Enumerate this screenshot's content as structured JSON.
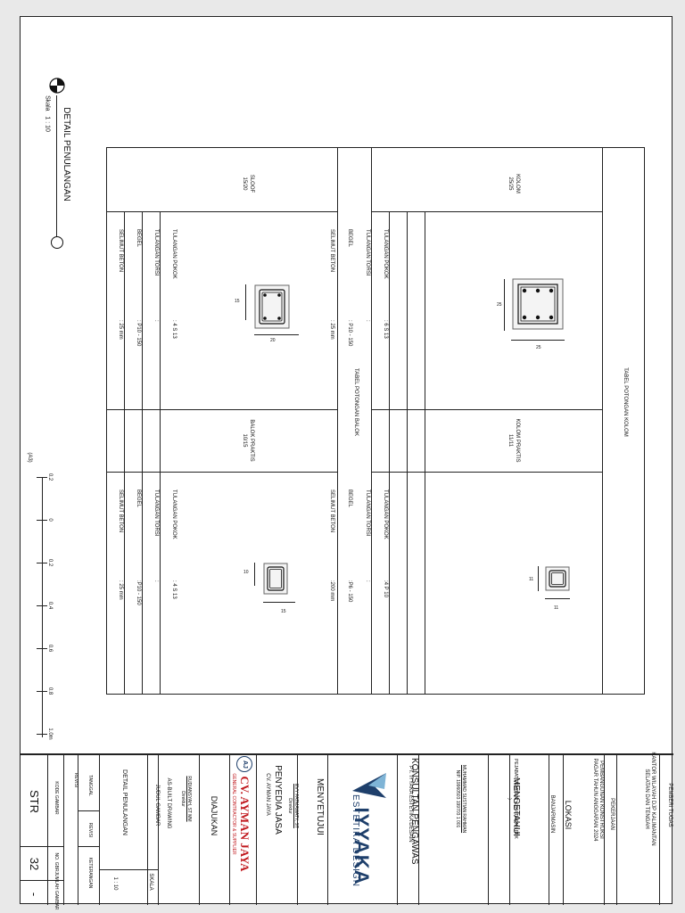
{
  "detail": {
    "title": "DETAIL PENULANGAN",
    "scale_label": "Skala",
    "scale_value": "1 : 10"
  },
  "column_table": {
    "title": "TABEL POTONGAN KOLOM",
    "items": [
      {
        "name": "KOLOM",
        "size": "25/25",
        "dim_a": "25",
        "dim_b": "25",
        "rows": [
          {
            "label": "TULANGAN POKOK",
            "value": ": 6 S 13"
          },
          {
            "label": "TULANGAN TORSI",
            "value": ":"
          },
          {
            "label": "BEGEL",
            "value": ": P10 - 150"
          },
          {
            "label": "SELIMUT BETON",
            "value": ": 25 mm"
          }
        ]
      },
      {
        "name": "KOLOM PRAKTIS",
        "size": "11/11",
        "dim_a": "11",
        "dim_b": "11",
        "rows": [
          {
            "label": "TULANGAN POKOK",
            "value": ":4 P 10"
          },
          {
            "label": "TULANGAN TORSI",
            "value": ":"
          },
          {
            "label": "BEGEL",
            "value": ":P6 - 150"
          },
          {
            "label": "SELIMUT BETON",
            "value": ":200 mm"
          }
        ]
      }
    ]
  },
  "beam_table": {
    "title": "TABEL POTONGAN BALOK",
    "items": [
      {
        "name": "SLOOF",
        "size": "15/20",
        "dim_a": "20",
        "dim_b": "15",
        "rows": [
          {
            "label": "TULANGAN POKOK",
            "value": ": 4 S 13"
          },
          {
            "label": "TULANGAN TORSI",
            "value": ":"
          },
          {
            "label": "BEGEL",
            "value": ": P10 - 150"
          },
          {
            "label": "SELIMUT BETON",
            "value": ": 25 mm"
          }
        ]
      },
      {
        "name": "BALOK PRAKTIS",
        "size": "10/15",
        "dim_a": "15",
        "dim_b": "10",
        "rows": [
          {
            "label": "TULANGAN POKOK",
            "value": ": 4 S 13"
          },
          {
            "label": "TULANGAN TORSI",
            "value": ":"
          },
          {
            "label": "BEGEL",
            "value": ":P10 - 150"
          },
          {
            "label": "SELIMUT BETON",
            "value": ": 25 mm"
          }
        ]
      }
    ]
  },
  "scale_bar": {
    "paper": "(A3)",
    "ticks": [
      "0.2",
      "0",
      "0.2",
      "0.4",
      "0.6",
      "0.8",
      "1.0m"
    ]
  },
  "title_block": {
    "pemberi_tugas_label": "PEMBERI TUGAS",
    "pemberi_tugas": "KANTOR WILAYAH DJP KALIMANTAN SELATAN DAN TENGAH",
    "pekerjaan_label": "PEKERJAAN",
    "pekerjaan": "PEMBANGUNAN KONSTRUKSI PAGAR TAHUN ANGGARAN 2024",
    "lokasi_label": "LOKASI",
    "lokasi": "BANJARMASIN",
    "mengetahui_label": "MENGETAHUI",
    "mengetahui_sub": "PEJABAT PEMBUAT KOMITMEN ( PPK )",
    "ppk_name": "MUHAMMAD SUSTIAN RAHMAN",
    "ppk_nip": "NIP. 19960503 199703 1 001",
    "konsultan_label": "KONSULTAN PENGAWAS",
    "konsultan_name": "PT. IYYAKA ESTETIKA DESAIN",
    "logo_main": "IYYAKA",
    "logo_sub": "ESTETIKA DESIGN",
    "menyetujui_label": "MENYETUJUI",
    "direktur_name": "EVY FATMAWATY, ST",
    "direktur_title": "Direktur",
    "penyedia_label": "PENYEDIA JASA",
    "penyedia_name": "CV. AYMAN JAYA",
    "cv_logo_mark": "AJ",
    "cv_logo_text": "CV. AYMAN JAYA",
    "cv_logo_tagline": "GENERAL CONTRACTOR & SUPPLIER",
    "diajukan_label": "DIAJUKAN",
    "diajukan_name": "RUDIANSYAH, ST MM",
    "diajukan_title": "Direktur",
    "drawing_type": "AS-BUILT DRAWING",
    "judul_label": "JUDUL GAMBAR",
    "skala_label": "SKALA",
    "judul": "DETAIL PENULANGAN",
    "skala": "1 : 10",
    "revisi_label": "REVISI",
    "tanggal_label": "TANGGAL",
    "revisi_col": "REVISI",
    "keterangan_label": "KETERANGAN",
    "kode_label": "KODE GAMBAR",
    "no_label": "NO. GBR",
    "jumlah_label": "JUMLAH GAMBAR",
    "kode": "STR",
    "no": "32",
    "jumlah": "-"
  }
}
